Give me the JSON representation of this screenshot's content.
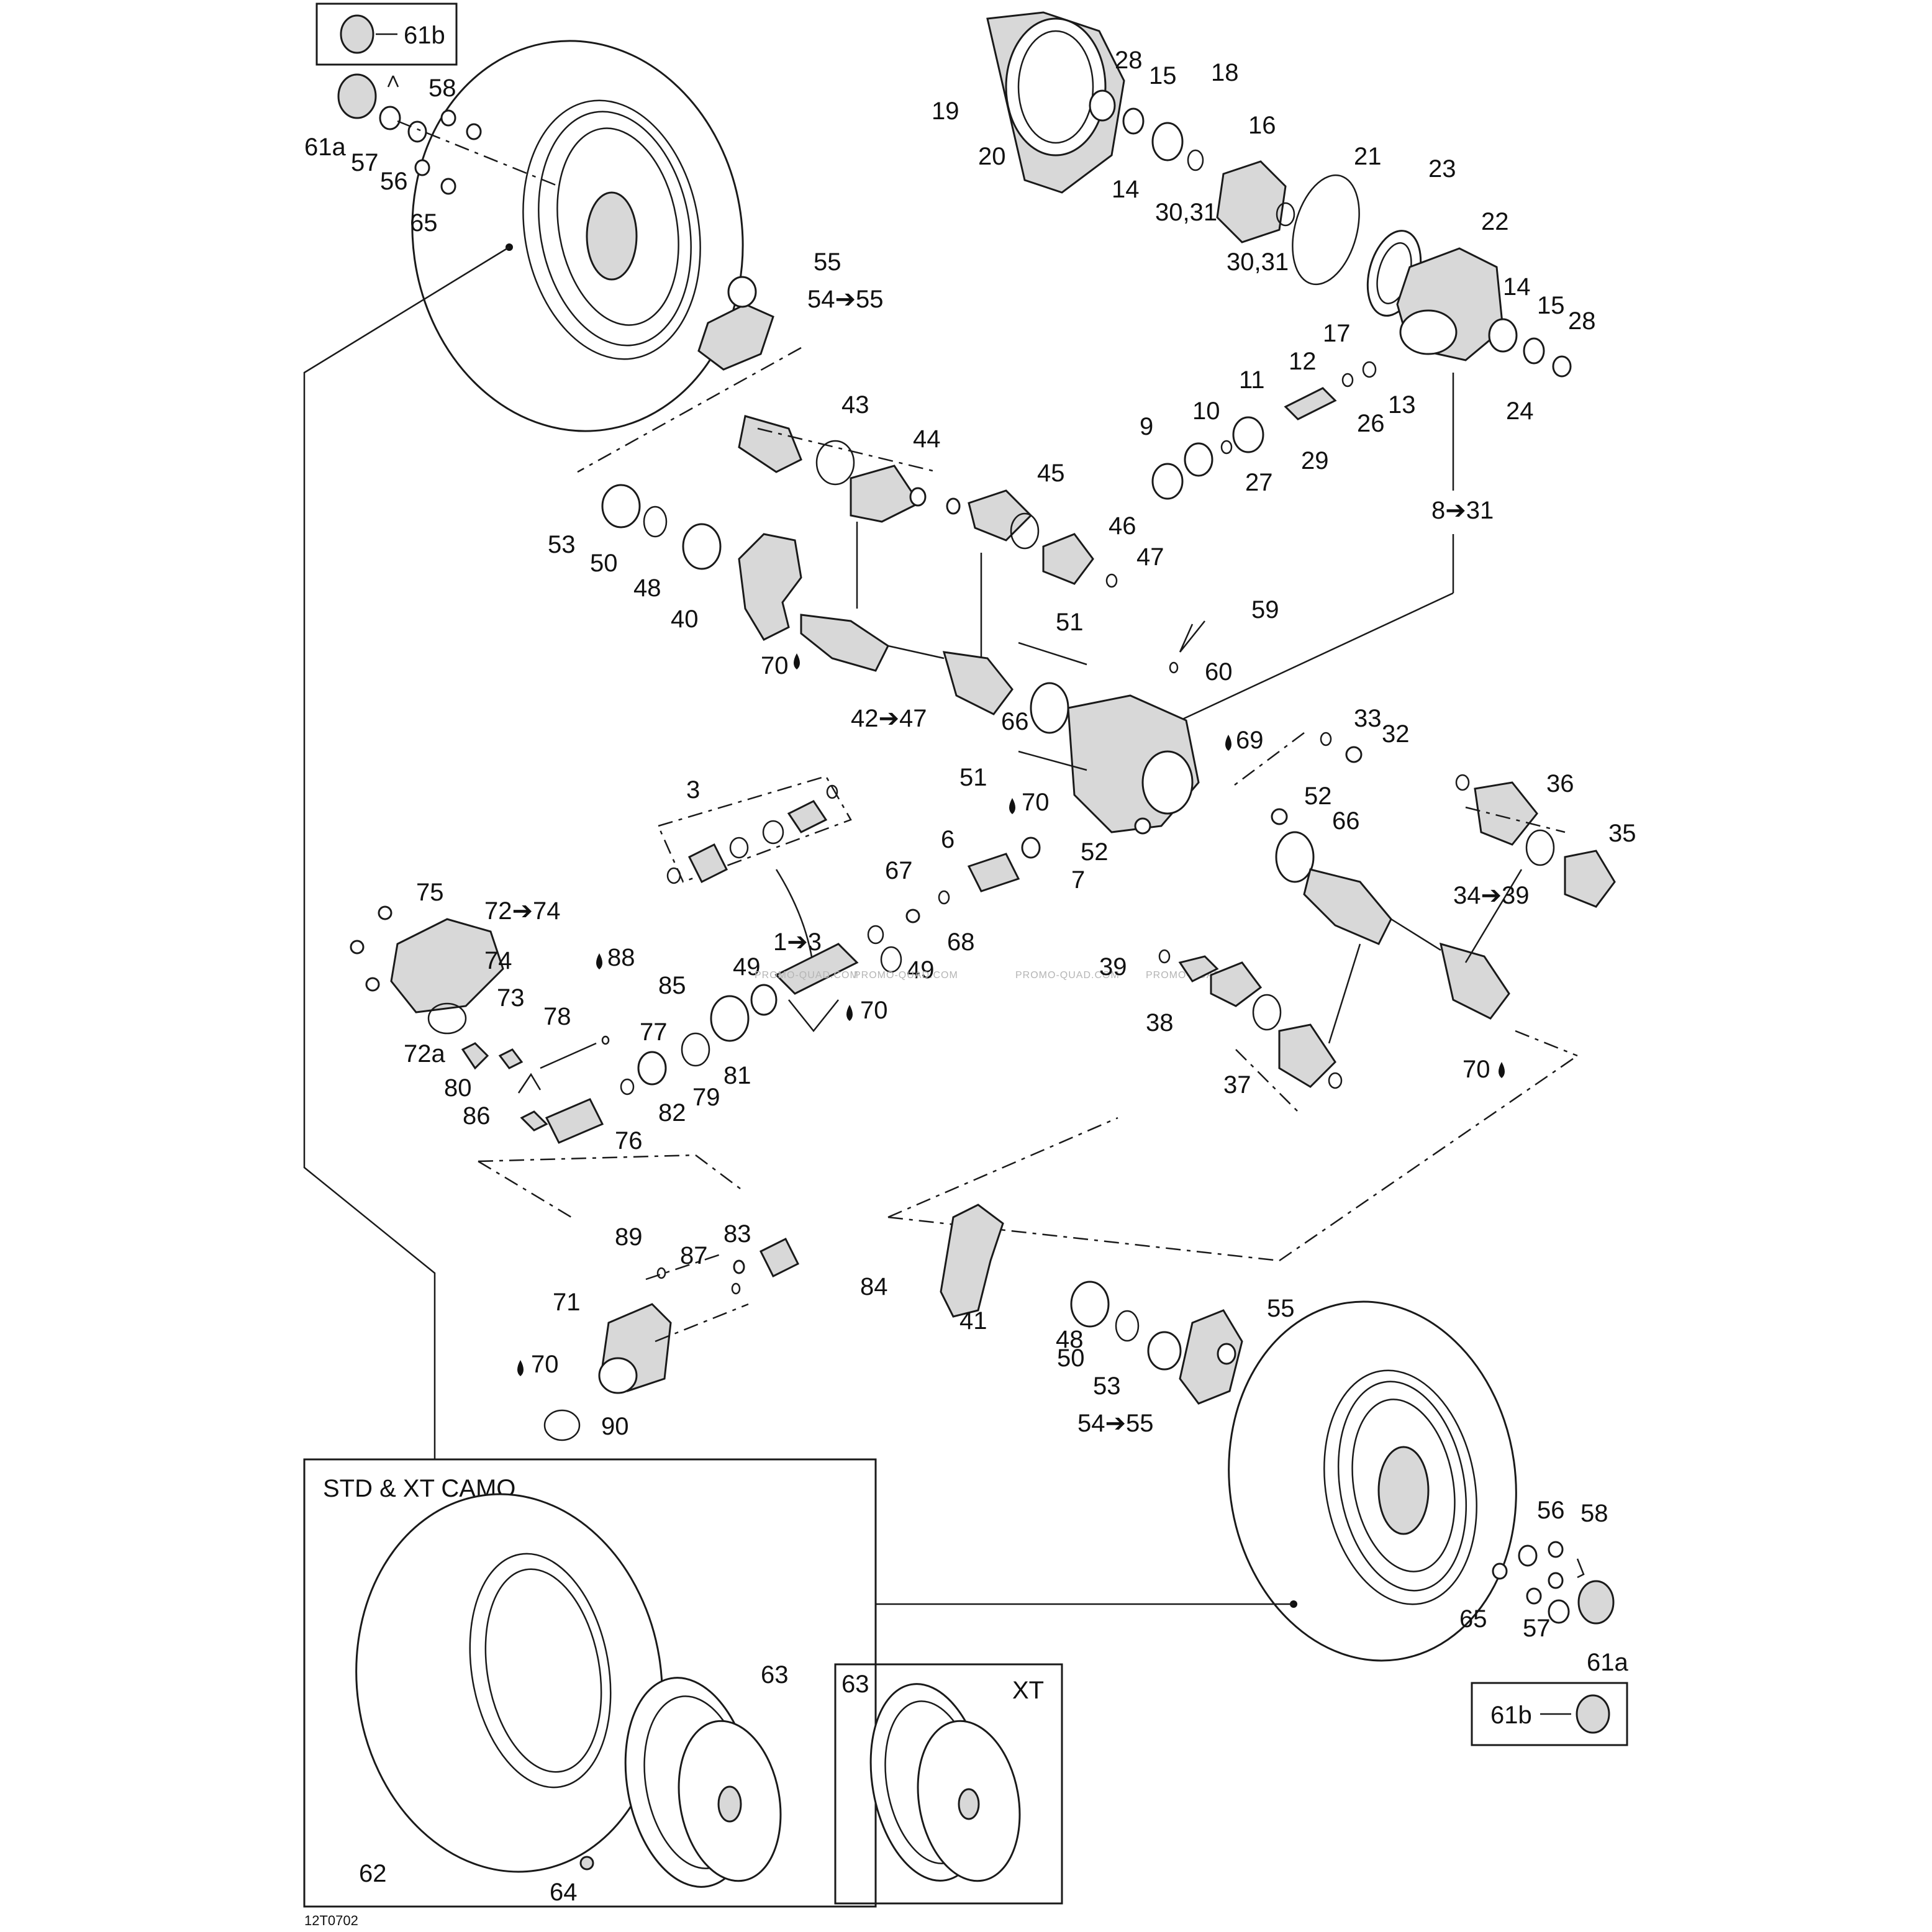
{
  "labels": {
    "l61b_top": "61b",
    "l58_top": "58",
    "l61a_top": "61a",
    "l57_top": "57",
    "l56_top": "56",
    "l65_top": "65",
    "l55_top": "55",
    "l54_top": "54➔55",
    "l19": "19",
    "l20": "20",
    "l28_top": "28",
    "l15_top": "15",
    "l18": "18",
    "l16": "16",
    "l14_top": "14",
    "l3031_a": "30,31",
    "l21": "21",
    "l23": "23",
    "l22": "22",
    "l3031_b": "30,31",
    "l17": "17",
    "l14_r": "14",
    "l15_r": "15",
    "l28_r": "28",
    "l24": "24",
    "l12": "12",
    "l11": "11",
    "l26": "26",
    "l13": "13",
    "l10": "10",
    "l9": "9",
    "l29": "29",
    "l27": "27",
    "l43": "43",
    "l44": "44",
    "l45": "45",
    "l46": "46",
    "l47": "47",
    "l53_top": "53",
    "l50_top": "50",
    "l48_top": "48",
    "l40": "40",
    "l70_a": "70",
    "l42": "42➔47",
    "l831": "8➔31",
    "l51_a": "51",
    "l59": "59",
    "l60": "60",
    "l66_a": "66",
    "l69": "69",
    "l51_b": "51",
    "l33": "33",
    "l32": "32",
    "l52_a": "52",
    "l66_b": "66",
    "l52_b": "52",
    "l3": "3",
    "l70_b": "70",
    "l6": "6",
    "l7": "7",
    "l36": "36",
    "l35": "35",
    "l67": "67",
    "l68": "68",
    "l1to3": "1➔3",
    "l49_a": "49",
    "l49_b": "49",
    "l34": "34➔39",
    "l75": "75",
    "l72to74": "72➔74",
    "l74": "74",
    "l73": "73",
    "l72a": "72a",
    "l88": "88",
    "l78": "78",
    "l77": "77",
    "l85": "85",
    "l70_c": "70",
    "l39": "39",
    "l38": "38",
    "l37": "37",
    "l70_d": "70",
    "l80": "80",
    "l86": "86",
    "l79": "79",
    "l81": "81",
    "l82": "82",
    "l76": "76",
    "l89": "89",
    "l87": "87",
    "l83": "83",
    "l84": "84",
    "l71": "71",
    "l70_e": "70",
    "l90": "90",
    "l41": "41",
    "l48_bot": "48",
    "l50_bot": "50",
    "l55_bot": "55",
    "l53_bot": "53",
    "l54_bot": "54➔55",
    "l56_bot": "56",
    "l58_bot": "58",
    "l65_bot": "65",
    "l57_bot": "57",
    "l61a_bot": "61a",
    "l61b_bot": "61b",
    "l63_a": "63",
    "l63_b": "63",
    "l62": "62",
    "l64": "64"
  },
  "boxes": {
    "std_title": "STD & XT CAMO",
    "xt_title": "XT"
  },
  "footer_code": "12T0702",
  "watermark": "PROMO-QUAD.COM"
}
